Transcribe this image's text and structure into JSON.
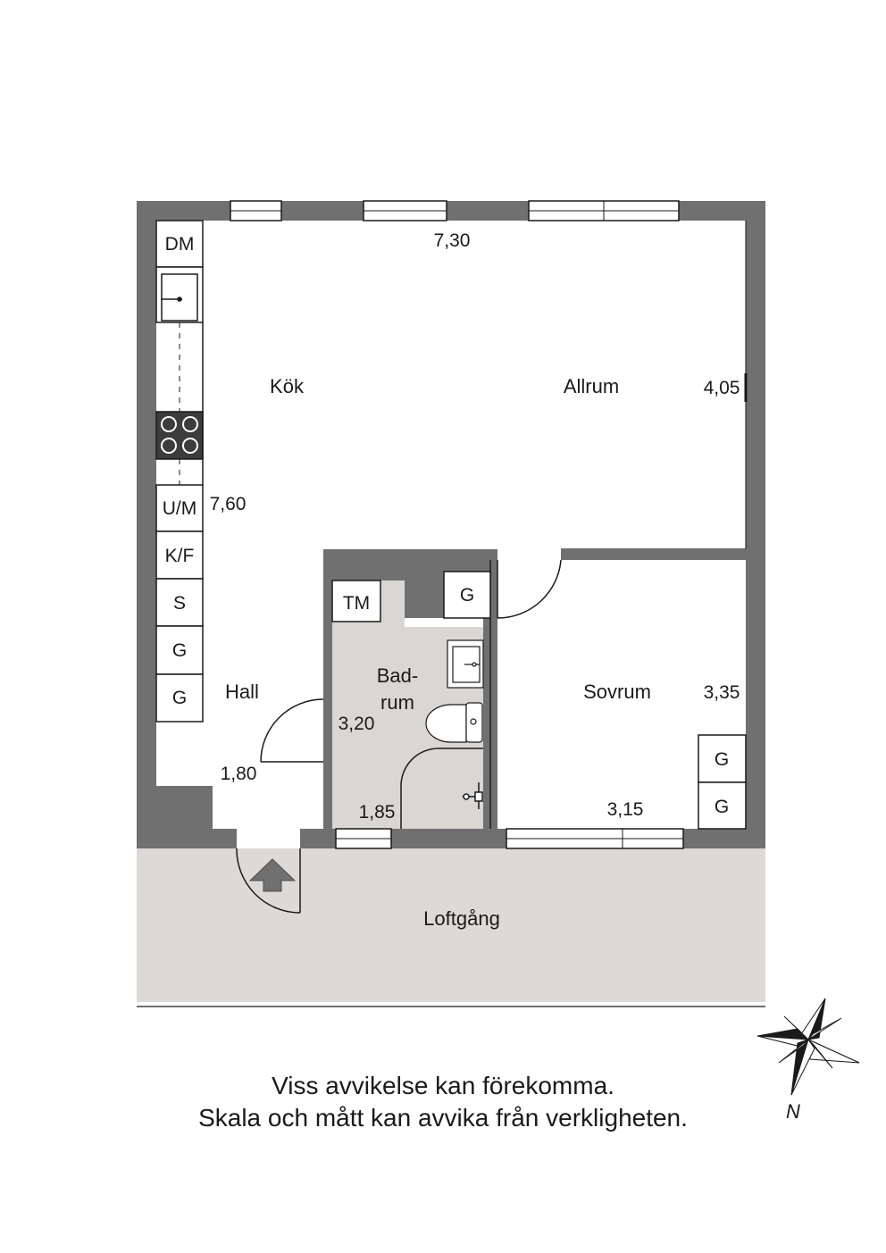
{
  "rooms": {
    "kok": "Kök",
    "allrum": "Allrum",
    "hall": "Hall",
    "badrum_line1": "Bad-",
    "badrum_line2": "rum",
    "sovrum": "Sovrum",
    "loftgang": "Loftgång"
  },
  "dimensions": {
    "top_width": "7,30",
    "right_height": "4,05",
    "kitchen_length": "7,60",
    "bath_height": "3,20",
    "hall_width": "1,80",
    "bath_width": "1,85",
    "sovrum_width": "3,15",
    "sovrum_height": "3,35"
  },
  "appliances": {
    "dm": "DM",
    "um": "U/M",
    "kf": "K/F",
    "s": "S",
    "g1": "G",
    "g2": "G",
    "tm": "TM",
    "g_bath": "G",
    "g_sov1": "G",
    "g_sov2": "G"
  },
  "compass": {
    "north": "N"
  },
  "disclaimer": {
    "line1": "Viss avvikelse kan förekomma.",
    "line2": "Skala och mått kan avvika från verkligheten."
  },
  "colors": {
    "wall": "#707071",
    "balcony": "#ddd9d6",
    "bathroom": "#dad6d3",
    "line": "#1a1a1a"
  }
}
